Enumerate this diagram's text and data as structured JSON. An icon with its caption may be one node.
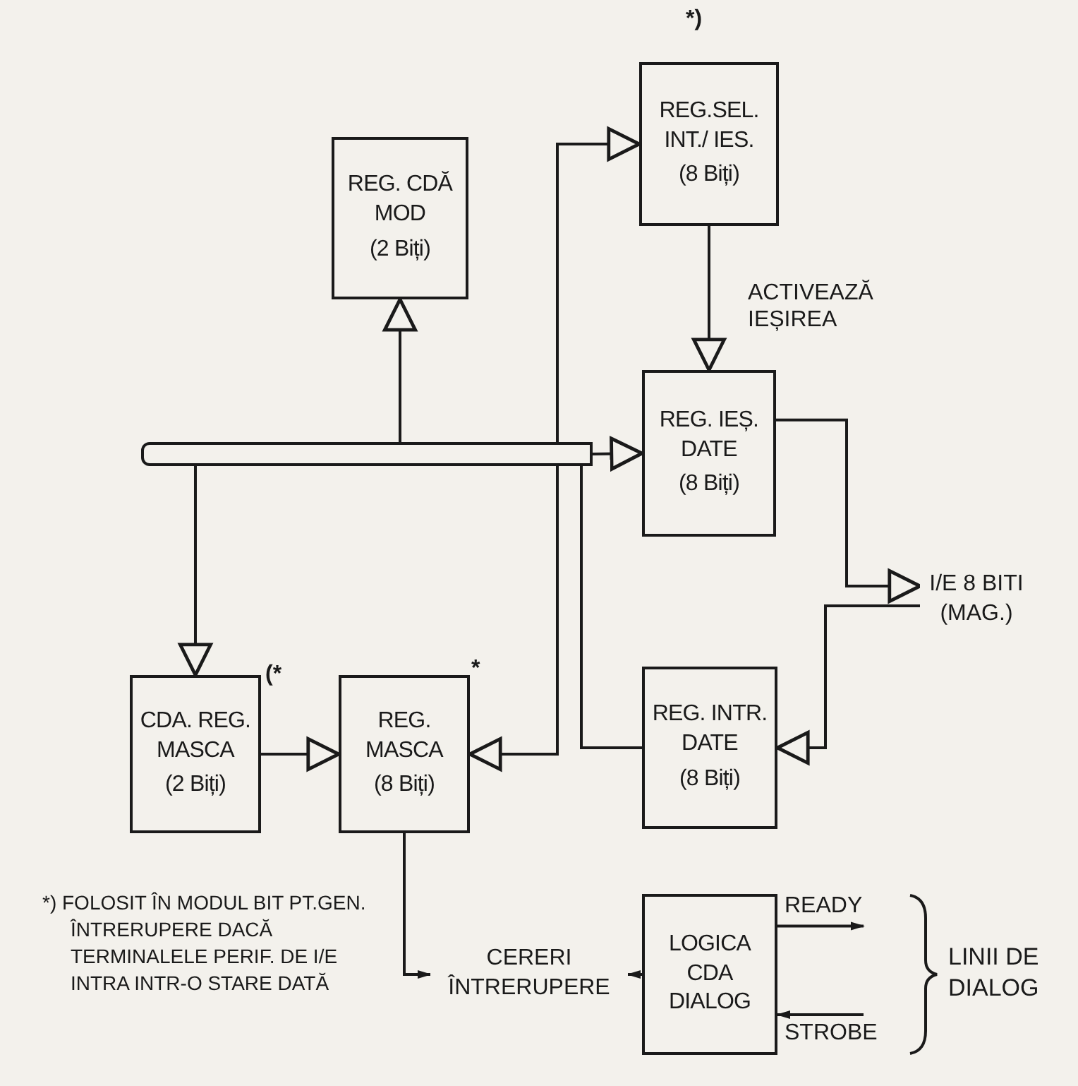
{
  "diagram": {
    "nodes": [
      {
        "text": [
          "REG.SEL. INT./ IES.",
          "(8 Biți)"
        ],
        "beside": [
          "*)"
        ]
      },
      {
        "text": [
          "REG. CDĂ MOD",
          "(2 Biți)"
        ]
      },
      {
        "text": [
          "REG. IEȘ. DATE",
          "(8 Biți)"
        ]
      },
      {
        "text": [
          "I/E 8 BITI (MAG.)"
        ]
      },
      {
        "text": [
          "CDA. REG. MASCA",
          "(2 Biți)"
        ],
        "beside": [
          "(*"
        ]
      },
      {
        "text": [
          "REG. MASCA",
          "(8 Biți)"
        ],
        "beside": [
          "*"
        ]
      },
      {
        "text": [
          "REG. INTR. DATE",
          "(8 Biți)"
        ]
      },
      {
        "text": [
          "CERERI ÎNTRERUPERE"
        ]
      },
      {
        "text": [
          "LOGICA CDA DIALOG"
        ]
      },
      {
        "text": [],
        "shape": "bar"
      }
    ],
    "edges": [
      {
        "from": 9,
        "to": 1,
        "arrow": "to"
      },
      {
        "from": 9,
        "to": 0,
        "arrow": "to"
      },
      {
        "from": 9,
        "to": 2,
        "arrow": "to"
      },
      {
        "from": 9,
        "to": 4,
        "arrow": "to"
      },
      {
        "from": 9,
        "to": 5,
        "arrow": "to"
      },
      {
        "from": 6,
        "to": 9,
        "arrow": "none"
      },
      {
        "from": 4,
        "to": 5,
        "arrow": "to"
      },
      {
        "from": 0,
        "to": 2,
        "arrow": "to",
        "label": "ACTIVEAZĂ IEȘIREA"
      },
      {
        "from": 2,
        "to": 3,
        "arrow": "to"
      },
      {
        "from": 3,
        "to": 6,
        "arrow": "to"
      },
      {
        "from": 5,
        "to": 7,
        "arrow": "to"
      },
      {
        "from": 8,
        "to": 7,
        "arrow": "to"
      },
      {
        "from": 8,
        "to": null,
        "arrow": "to",
        "label": "READY"
      },
      {
        "from": null,
        "to": 8,
        "arrow": "to",
        "label": "STROBE"
      }
    ],
    "labels": [
      "LINII DE DIALOG",
      "*) FOLOSIT ÎN MODUL BIT PT.GEN. ÎNTRERUPERE DACĂ TERMINALELE PERIF. DE I/E INTRA INTR-O STARE DATĂ"
    ]
  }
}
